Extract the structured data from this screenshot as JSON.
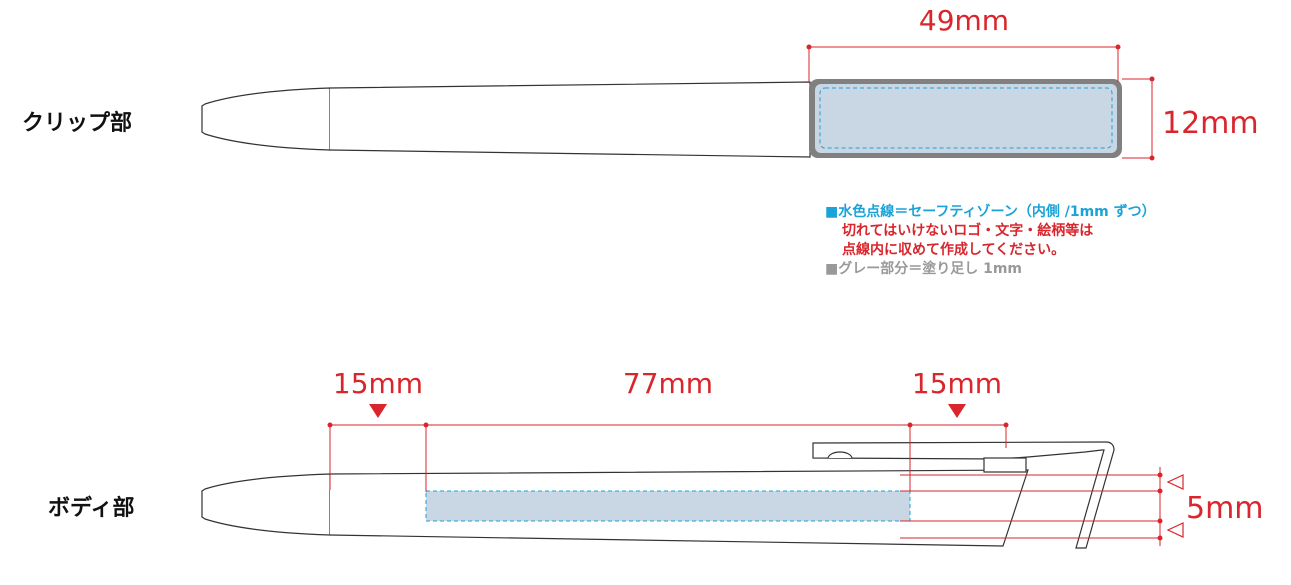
{
  "labels": {
    "clip_part": "クリップ部",
    "body_part": "ボディ部"
  },
  "dimensions": {
    "clip_width": "49mm",
    "clip_height": "12mm",
    "body_left_margin": "15mm",
    "body_print_width": "77mm",
    "body_right_margin": "15mm",
    "body_height": "5mm"
  },
  "legend": {
    "line1": "■水色点線＝セーフティゾーン（内側 /1mm ずつ）",
    "line2": "切れてはいけないロゴ・文字・絵柄等は",
    "line3": "点線内に収めて作成してください。",
    "line4": "■グレー部分＝塗り足し 1mm"
  },
  "colors": {
    "dimension_red": "#d9262c",
    "safety_blue": "#1aa3d8",
    "bleed_gray": "#808080",
    "print_area_fill": "#c9d6e3"
  }
}
